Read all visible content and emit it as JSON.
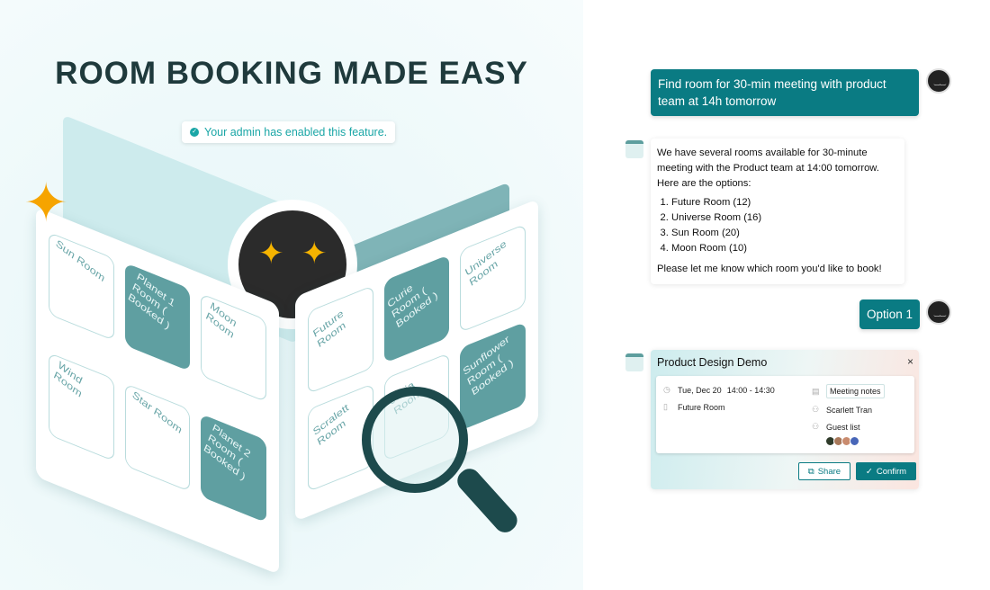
{
  "hero": {
    "title": "ROOM BOOKING MADE EASY",
    "badge": "Your admin has enabled this feature."
  },
  "rooms_left": [
    {
      "name": "Sun Room",
      "booked": false
    },
    {
      "name": "Planet 1 Room ( Booked )",
      "booked": true
    },
    {
      "name": "Moon Room",
      "booked": false
    },
    {
      "name": "Wind Room",
      "booked": false
    },
    {
      "name": "Star Room",
      "booked": false
    },
    {
      "name": "Planet 2 Room ( Booked )",
      "booked": true
    }
  ],
  "rooms_right": [
    {
      "name": "Future Room",
      "booked": false
    },
    {
      "name": "Curie Room ( Booked )",
      "booked": true
    },
    {
      "name": "Universe Room",
      "booked": false
    },
    {
      "name": "Scralett Room",
      "booked": false
    },
    {
      "name": "Juvia Room",
      "booked": false
    },
    {
      "name": "Sunflower Room ( Booked )",
      "booked": true
    }
  ],
  "chat": {
    "user_msg_1": "Find room for 30-min meeting with product team at 14h tomorrow",
    "bot_intro": "We have several rooms available for 30-minute meeting with the Product team at 14:00 tomorrow. Here are the options:",
    "options": [
      "Future Room (12)",
      "Universe Room (16)",
      "Sun Room (20)",
      "Moon Room (10)"
    ],
    "bot_outro": "Please let me know which room you'd like to book!",
    "user_msg_2": "Option 1"
  },
  "card": {
    "title": "Product Design Demo",
    "close": "×",
    "date": "Tue, Dec 20",
    "time": "14:00 - 14:30",
    "room": "Future Room",
    "notes": "Meeting notes",
    "organizer": "Scarlett Tran",
    "guests_label": "Guest list",
    "share": "Share",
    "confirm": "Confirm"
  },
  "colors": {
    "accent": "#0a7b83",
    "booked": "#5f9fa1",
    "star": "#f6a400"
  }
}
